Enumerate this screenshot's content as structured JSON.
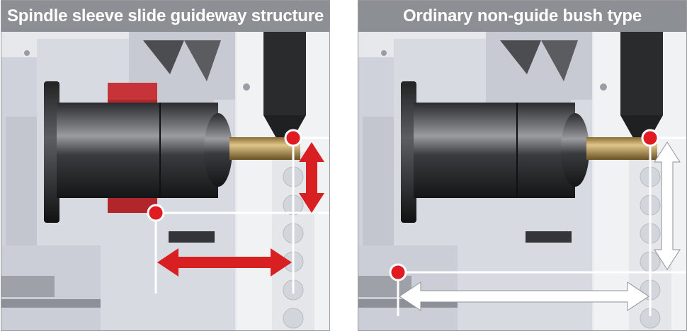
{
  "panels": [
    {
      "id": "left",
      "title": "Spindle sleeve slide guideway structure",
      "arrow_color": "#d81f22"
    },
    {
      "id": "right",
      "title": "Ordinary non-guide bush type",
      "arrow_color": "#ffffff"
    }
  ],
  "colors": {
    "header_bg": "#8c8f94",
    "machine_light": "#dfe2e8",
    "spindle_dark": "#1f2022",
    "bar_brass": "#b8964f",
    "guideway_red": "#b0262a",
    "marker_red": "#e01b22"
  }
}
